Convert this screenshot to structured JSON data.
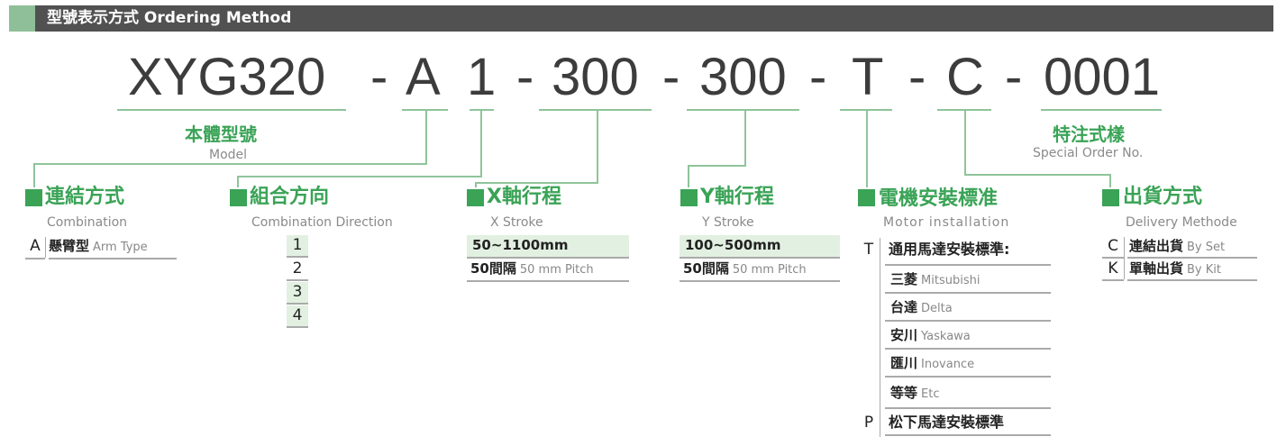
{
  "header": {
    "title": "型號表示方式 Ordering Method"
  },
  "code": {
    "model": "XYG320",
    "d1": "-",
    "a": "A",
    "one": "1",
    "d2": "-",
    "x": "300",
    "d3": "-",
    "y": "300",
    "d4": "-",
    "t": "T",
    "d5": "-",
    "c": "C",
    "d6": "-",
    "no": "0001"
  },
  "model_label": {
    "zh": "本體型號",
    "en": "Model"
  },
  "special_label": {
    "zh": "特注式樣",
    "en": "Special Order No."
  },
  "sections": {
    "combination": {
      "zh": "連結方式",
      "en": "Combination",
      "rows": [
        {
          "key": "A",
          "zh": "懸臂型",
          "en": "Arm Type"
        }
      ]
    },
    "direction": {
      "zh": "組合方向",
      "en": "Combination Direction",
      "rows": [
        "1",
        "2",
        "3",
        "4"
      ]
    },
    "x_stroke": {
      "zh": "X軸行程",
      "en": "X Stroke",
      "range": "50~1100mm",
      "pitch_zh": "50間隔",
      "pitch_en": "50 mm Pitch"
    },
    "y_stroke": {
      "zh": "Y軸行程",
      "en": "Y Stroke",
      "range": "100~500mm",
      "pitch_zh": "50間隔",
      "pitch_en": "50 mm Pitch"
    },
    "motor": {
      "zh": "電機安裝標准",
      "en": "Motor installation",
      "t_key": "T",
      "t_title": "通用馬達安裝標準:",
      "brands": [
        {
          "zh": "三菱",
          "en": "Mitsubishi"
        },
        {
          "zh": "台達",
          "en": "Delta"
        },
        {
          "zh": "安川",
          "en": "Yaskawa"
        },
        {
          "zh": "匯川",
          "en": "Inovance"
        },
        {
          "zh": "等等",
          "en": "Etc"
        }
      ],
      "p_key": "P",
      "p_title": "松下馬達安裝標準"
    },
    "delivery": {
      "zh": "出貨方式",
      "en": "Delivery Methode",
      "rows": [
        {
          "key": "C",
          "zh": "連結出貨",
          "en": "By Set"
        },
        {
          "key": "K",
          "zh": "單軸出貨",
          "en": "By Kit"
        }
      ]
    }
  },
  "colors": {
    "accent": "#3aa356",
    "line": "#8fc49b",
    "header": "#515151",
    "tint": "#e2f0e2"
  }
}
